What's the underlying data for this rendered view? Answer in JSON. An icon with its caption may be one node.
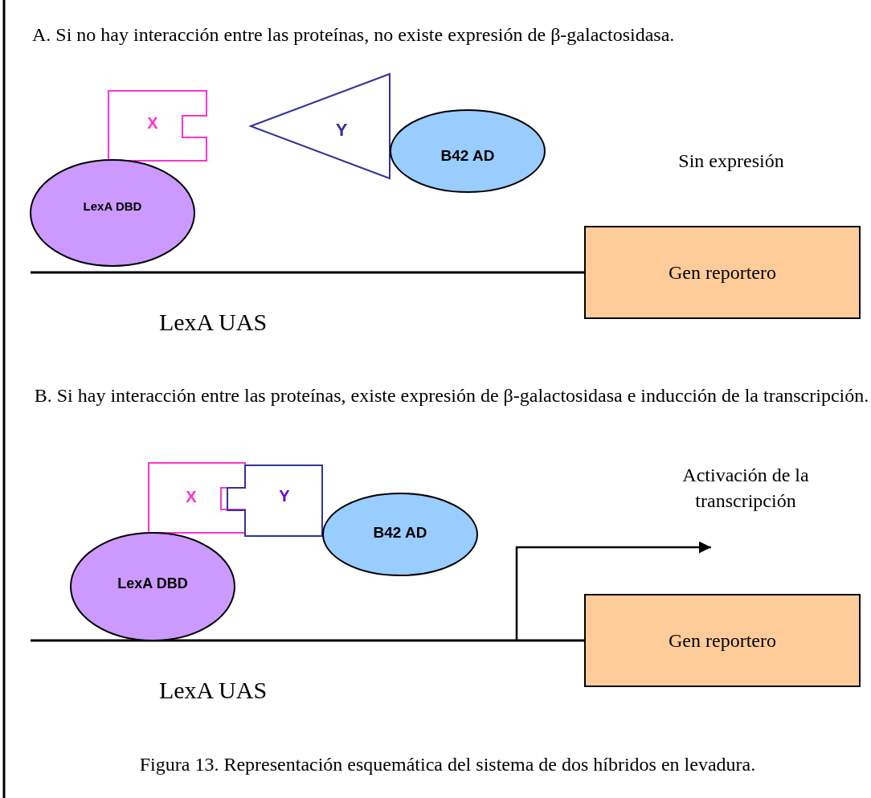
{
  "diagram": {
    "caption": "Figura 13. Representación esquemática del sistema de dos híbridos en levadura.",
    "nodes": [
      {
        "text": [
          "X"
        ]
      },
      {
        "text": [
          "Y"
        ]
      },
      {
        "text": [
          "B42 AD"
        ]
      },
      {
        "text": [
          "LexA DBD"
        ]
      },
      {
        "text": [
          "Gen reportero"
        ]
      },
      {
        "text": [
          "X"
        ]
      },
      {
        "text": [
          "Y"
        ]
      },
      {
        "text": [
          "B42 AD"
        ]
      },
      {
        "text": [
          "LexA DBD"
        ]
      },
      {
        "text": [
          "Gen reportero"
        ]
      },
      {
        "text": [
          "Activación de la transcripción"
        ]
      }
    ],
    "edges": [
      {
        "from": null,
        "to": 10,
        "arrow": "to"
      }
    ],
    "labels": [
      "A. Si no hay interacción entre las proteínas, no existe expresión de β-galactosidasa.",
      "Sin expresión",
      "LexA UAS",
      "B. Si hay interacción entre las proteínas, existe expresión de β-galactosidasa e inducción de la transcripción.",
      "LexA UAS"
    ]
  }
}
